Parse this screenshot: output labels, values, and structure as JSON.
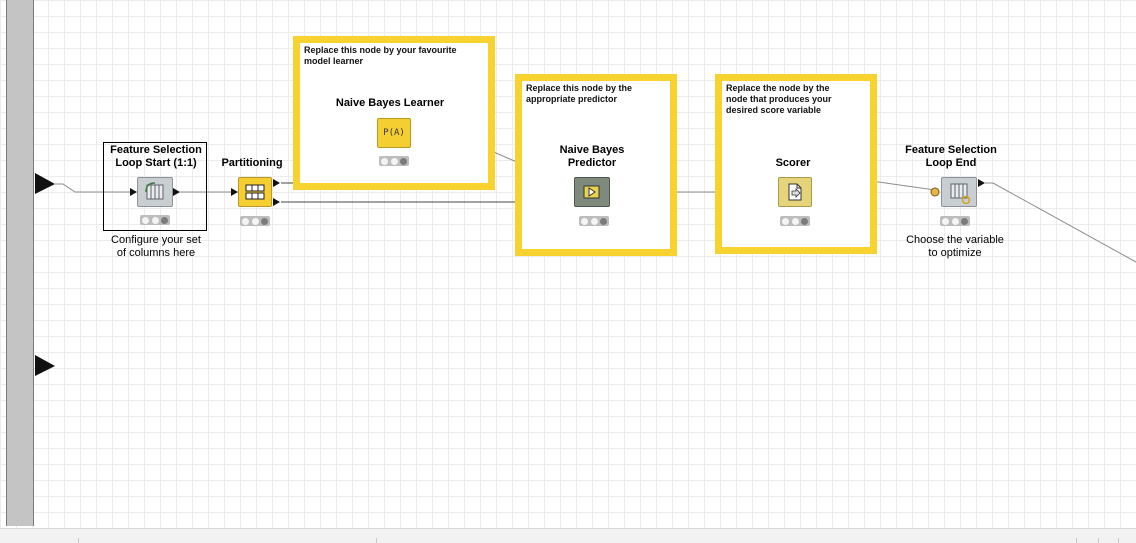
{
  "nodes": {
    "loop_start": {
      "title_line1": "Feature Selection",
      "title_line2": "Loop Start (1:1)",
      "caption_line1": "Configure your set",
      "caption_line2": "of columns here"
    },
    "partitioning": {
      "title": "Partitioning"
    },
    "learner": {
      "title": "Naive Bayes Learner",
      "icon_label": "P(A)"
    },
    "predictor": {
      "title_line1": "Naive Bayes",
      "title_line2": "Predictor"
    },
    "scorer": {
      "title": "Scorer"
    },
    "loop_end": {
      "title_line1": "Feature Selection",
      "title_line2": "Loop End",
      "caption_line1": "Choose the variable",
      "caption_line2": "to optimize"
    }
  },
  "annotations": {
    "learner": {
      "line1": "Replace this node by your favourite",
      "line2": "model learner"
    },
    "predictor": {
      "line1": "Replace this node by the",
      "line2": "appropriate predictor"
    },
    "scorer": {
      "line1": "Replace the node by the",
      "line2": "node that produces your",
      "line3": "desired score variable"
    }
  },
  "colors": {
    "annotation_border": "#f8d330",
    "manipulator_node": "#f5cf32",
    "predictor_node": "#7f8a7c",
    "scorer_node": "#e6d47a",
    "loop_node": "#c9ced3",
    "wire": "#8c8c8c"
  },
  "icons": {
    "loop_start": "loop-start-icon",
    "partitioning": "table-split-icon",
    "learner": "probability-icon",
    "predictor": "predict-play-icon",
    "scorer": "scorer-doc-icon",
    "loop_end": "loop-end-icon"
  }
}
